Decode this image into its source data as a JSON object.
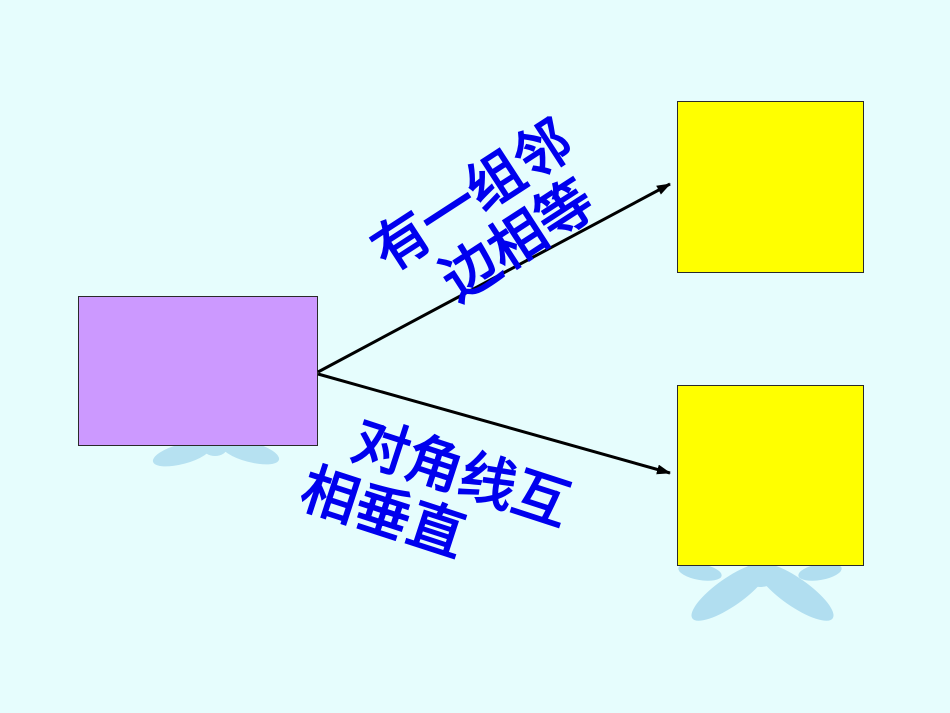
{
  "diagram": {
    "top_label": {
      "line1": "有一组邻",
      "line2": "边相等"
    },
    "bottom_label": {
      "line1": "对角线互",
      "line2": "相垂直"
    },
    "colors": {
      "background": "#e6fdfd",
      "source_box": "#cc99ff",
      "result_box": "#ffff00",
      "label_text": "#0000ee",
      "arrow": "#000000",
      "decoration": "#8fcbe8"
    }
  }
}
